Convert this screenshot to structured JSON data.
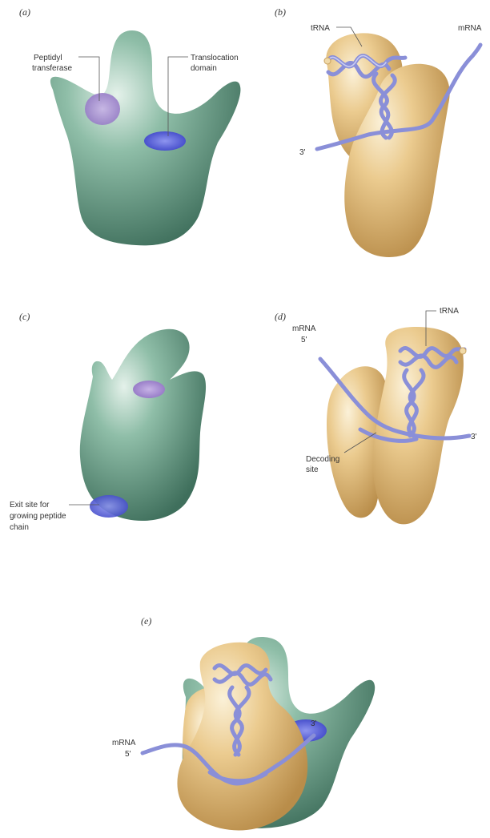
{
  "panels": {
    "a": {
      "letter": "(a)",
      "peptidyl_label_1": "Peptidyl",
      "peptidyl_label_2": "transferase",
      "translocation_label_1": "Translocation",
      "translocation_label_2": "domain"
    },
    "b": {
      "letter": "(b)",
      "trna_label": "tRNA",
      "mrna_label": "mRNA",
      "three_prime_label": "3'"
    },
    "c": {
      "letter": "(c)",
      "exit_label_1": "Exit site for",
      "exit_label_2": "growing peptide",
      "exit_label_3": "chain"
    },
    "d": {
      "letter": "(d)",
      "trna_label": "tRNA",
      "mrna_label": "mRNA",
      "five_prime_label": "5'",
      "three_prime_label": "3'",
      "decoding_label_1": "Decoding",
      "decoding_label_2": "site"
    },
    "e": {
      "letter": "(e)",
      "mrna_label": "mRNA",
      "five_prime_label": "5'",
      "three_prime_label": "3'"
    }
  },
  "colors": {
    "large_subunit": "#7fae98",
    "small_subunit": "#e9c98d",
    "peptidyl_site": "#a98fcf",
    "translocation_site": "#5a63d9",
    "rna_strand": "#8a8fd8"
  }
}
